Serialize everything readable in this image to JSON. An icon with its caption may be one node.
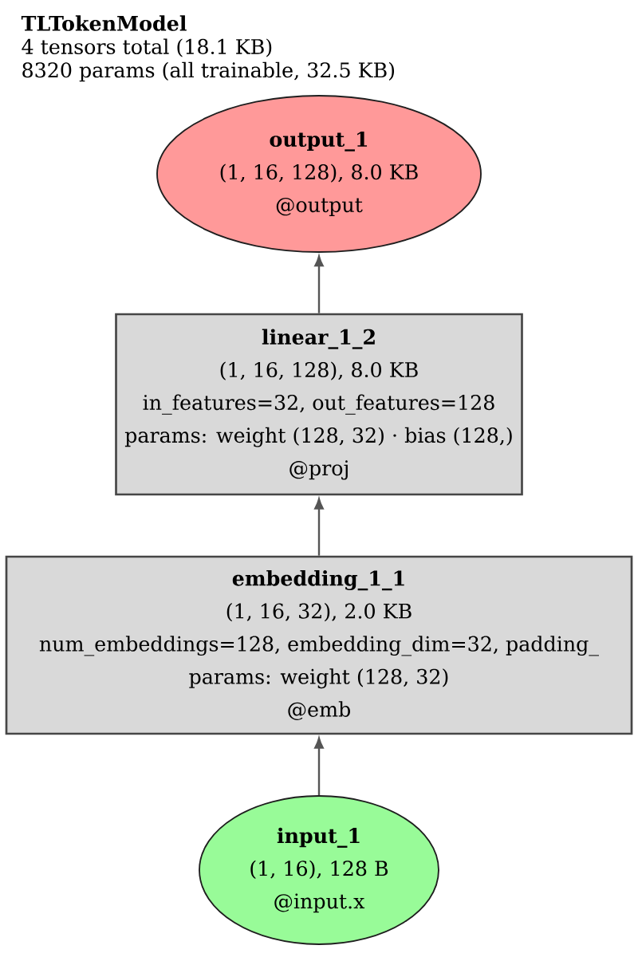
{
  "diagram": {
    "title": "TLTokenModel",
    "nodes": [
      {
        "text": [
          "output_1",
          "(1, 16, 128), 8.0 KB",
          "@output"
        ]
      },
      {
        "text": [
          "linear_1_2",
          "(1, 16, 128), 8.0 KB",
          "in_features=32, out_features=128",
          "params: weight (128, 32) · bias (128,)",
          "@proj"
        ]
      },
      {
        "text": [
          "embedding_1_1",
          "(1, 16, 32), 2.0 KB",
          "num_embeddings=128, embedding_dim=32, padding_",
          "params: weight (128, 32)",
          "@emb"
        ]
      },
      {
        "text": [
          "input_1",
          "(1, 16), 128 B",
          "@input.x"
        ]
      }
    ],
    "edges": [
      {
        "from": 3,
        "to": 2,
        "arrow": "to"
      },
      {
        "from": 2,
        "to": 1,
        "arrow": "to"
      },
      {
        "from": 1,
        "to": 0,
        "arrow": "to"
      }
    ],
    "labels": [
      "4 tensors total (18.1 KB)",
      "8320 params (all trainable, 32.5 KB)"
    ]
  }
}
